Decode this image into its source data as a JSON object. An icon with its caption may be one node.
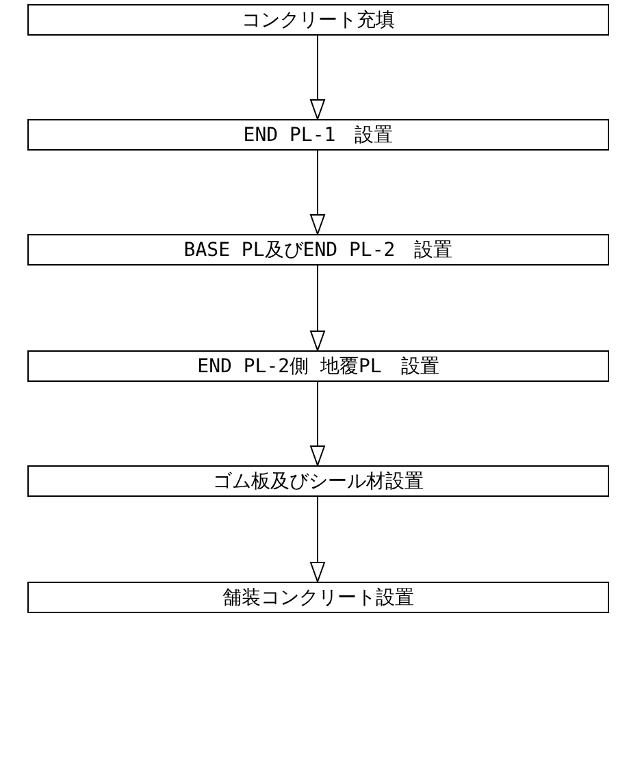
{
  "diagram": {
    "nodes": [
      {
        "text": [
          "コンクリート充填"
        ]
      },
      {
        "text": [
          "END PL-1　設置"
        ]
      },
      {
        "text": [
          "BASE PL及びEND PL-2　設置"
        ]
      },
      {
        "text": [
          "END PL-2側 地覆PL　設置"
        ]
      },
      {
        "text": [
          "ゴム板及びシール材設置"
        ]
      },
      {
        "text": [
          "舗装コンクリート設置"
        ]
      }
    ],
    "edges": [
      {
        "from": 0,
        "to": 1,
        "arrow": "to"
      },
      {
        "from": 1,
        "to": 2,
        "arrow": "to"
      },
      {
        "from": 2,
        "to": 3,
        "arrow": "to"
      },
      {
        "from": 3,
        "to": 4,
        "arrow": "to"
      },
      {
        "from": 4,
        "to": 5,
        "arrow": "to"
      }
    ]
  }
}
